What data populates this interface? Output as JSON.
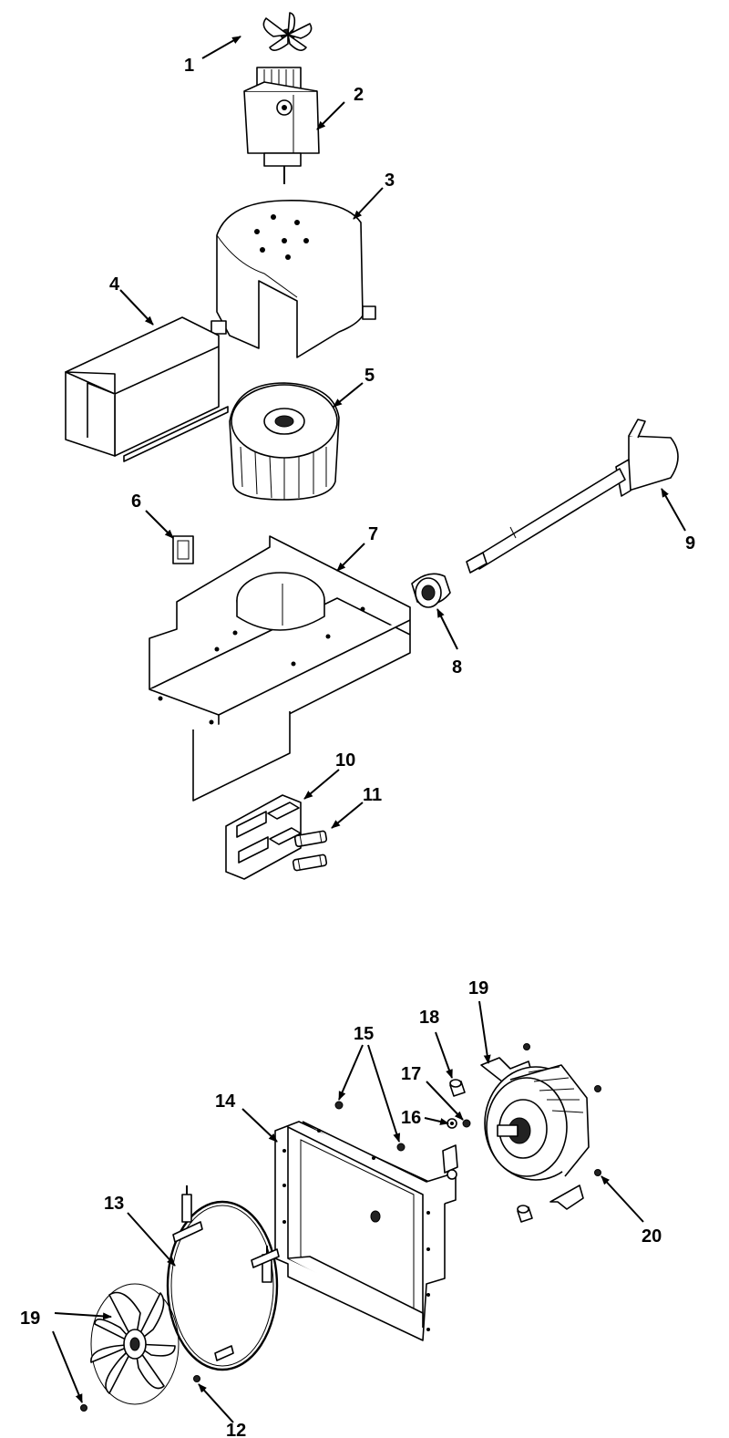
{
  "callouts": [
    "1",
    "2",
    "3",
    "4",
    "5",
    "6",
    "7",
    "8",
    "9",
    "10",
    "11",
    "12",
    "13",
    "14",
    "15",
    "16",
    "17",
    "18",
    "19",
    "20"
  ],
  "accent_color": "#000000"
}
